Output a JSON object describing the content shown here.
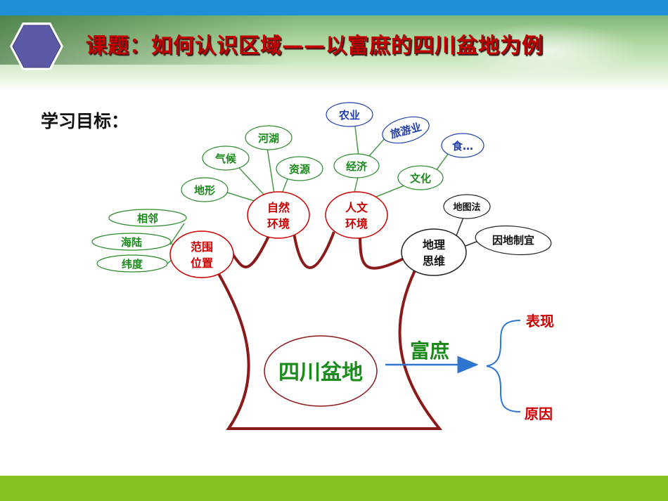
{
  "title": "课题：如何认识区域——以富庶的四川盆地为例",
  "goal_label": "学习目标：",
  "center": "四川盆地",
  "arrow_label": "富庶",
  "brace_items": [
    "表现",
    "原因"
  ],
  "branches": {
    "range_position": {
      "label_line1": "范围",
      "label_line2": "位置",
      "leaves": [
        "相邻",
        "海陆",
        "纬度"
      ]
    },
    "natural_env": {
      "label_line1": "自然",
      "label_line2": "环境",
      "leaves": [
        "地形",
        "气候",
        "河湖",
        "资源"
      ]
    },
    "human_env": {
      "label_line1": "人文",
      "label_line2": "环境",
      "leaves": [
        "经济",
        "文化"
      ],
      "economy_leaves": [
        "农业",
        "旅游业"
      ],
      "culture_leaves": [
        "食…"
      ]
    },
    "geo_thinking": {
      "label_line1": "地理",
      "label_line2": "思维",
      "leaves": [
        "地图法",
        "因地制宜"
      ]
    }
  },
  "colors": {
    "red": "#cc0000",
    "green": "#1a8a1a",
    "blue": "#1f3fb0",
    "trunk": "#8b1a1a",
    "topbar": "#1e8fd8",
    "bottombar": "#86c21e"
  }
}
